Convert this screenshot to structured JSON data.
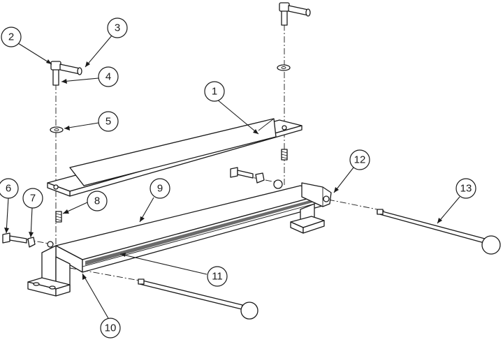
{
  "balloons": [
    "1",
    "2",
    "3",
    "4",
    "5",
    "6",
    "7",
    "8",
    "9",
    "10",
    "11",
    "12",
    "13"
  ],
  "colors": {
    "line": "#1a1a1a",
    "background": "#ffffff"
  }
}
